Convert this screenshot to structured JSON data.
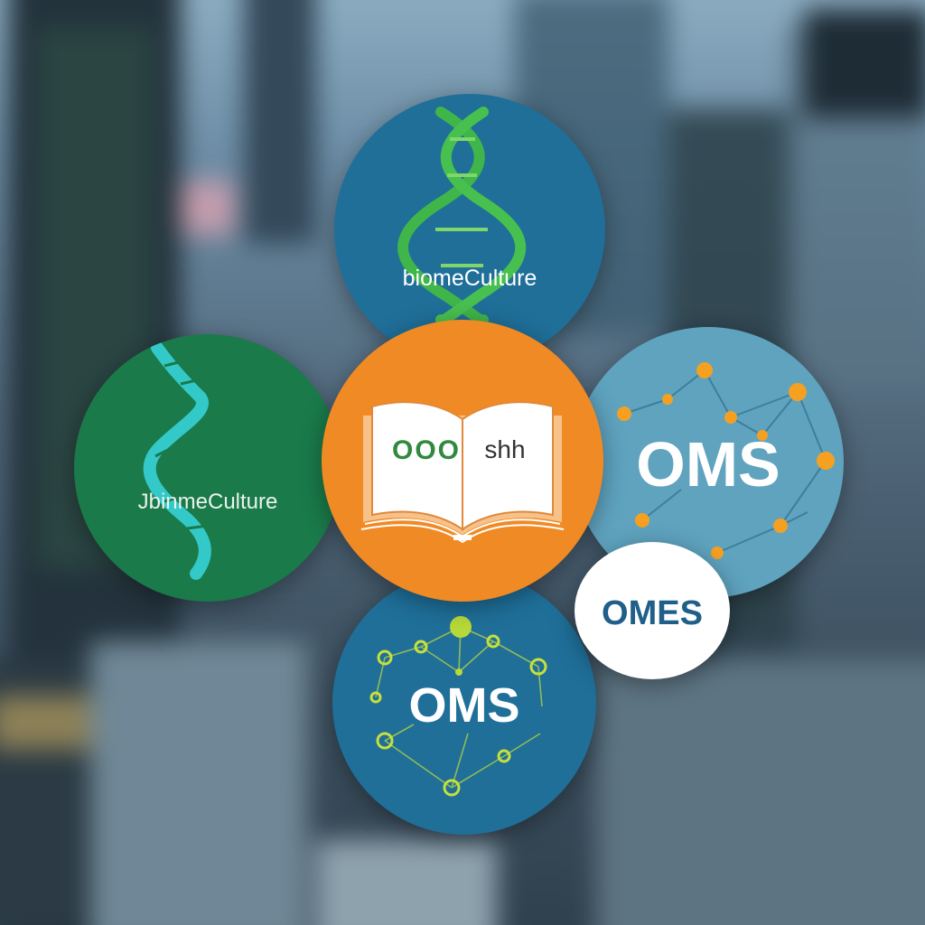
{
  "colors": {
    "top_circle": "#1f6f99",
    "left_circle": "#1a7a4a",
    "center_circle": "#f08a24",
    "right_circle": "#5fa3bf",
    "bottom_circle": "#1f6f99",
    "small_circle": "#ffffff",
    "node_orange": "#f5a021",
    "node_lime": "#b8d93a",
    "helix_green": "#3fb54a",
    "helix_teal": "#33c9c9"
  },
  "circles": {
    "top": {
      "label": "biomeCulture",
      "icon": "dna-helix-icon"
    },
    "left": {
      "label": "JbinmeCulture",
      "icon": "dna-helix-icon"
    },
    "center": {
      "left_text": "OOO",
      "right_text": "shh",
      "icon": "open-book-icon"
    },
    "right": {
      "label": "OMS",
      "icon": "network-graph-icon"
    },
    "small": {
      "label": "OMES"
    },
    "bottom": {
      "label": "OMS",
      "icon": "network-graph-icon"
    }
  }
}
